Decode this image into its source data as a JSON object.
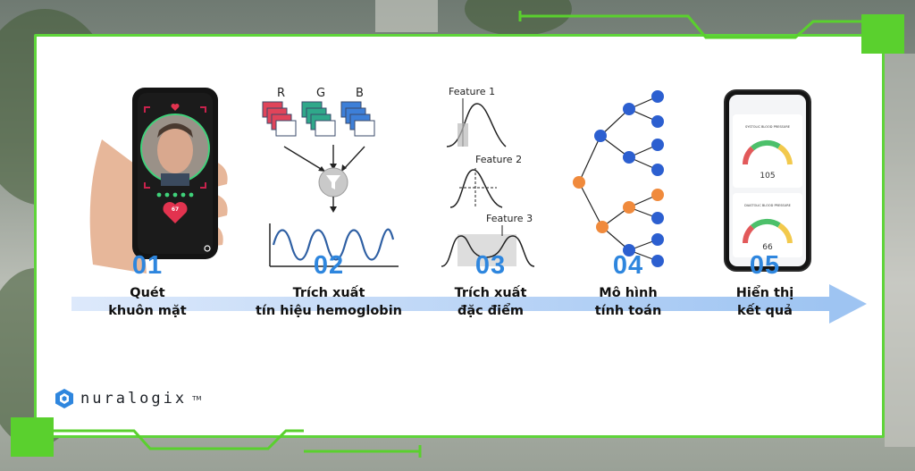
{
  "brand": {
    "name": "nuralogix",
    "trademark": "TM",
    "accent": "#5ad02e",
    "blue": "#2e86de"
  },
  "steps": [
    {
      "number": "01",
      "label": "Quét\nkhuôn mặt",
      "icon": "phone-face-scan-icon"
    },
    {
      "number": "02",
      "label": "Trích xuất\ntín hiệu hemoglobin",
      "icon": "rgb-filter-signal-icon"
    },
    {
      "number": "03",
      "label": "Trích xuất\nđặc điểm",
      "icon": "feature-curves-icon"
    },
    {
      "number": "04",
      "label": "Mô hình\ntính toán",
      "icon": "tree-model-icon"
    },
    {
      "number": "05",
      "label": "Hiển thị\nkết quả",
      "icon": "results-phone-icon"
    }
  ],
  "step2": {
    "channels": [
      "R",
      "G",
      "B"
    ],
    "channel_colors": [
      "#e0445a",
      "#2fa88a",
      "#3d7fd8"
    ]
  },
  "step3": {
    "features": [
      "Feature 1",
      "Feature 2",
      "Feature 3"
    ]
  },
  "step1_phone": {
    "heart_value": "67"
  },
  "step5_phone": {
    "gauge_top_title": "SYSTOLIC BLOOD PRESSURE",
    "gauge_top_value": "105",
    "gauge_bottom_title": "DIASTOLIC BLOOD PRESSURE",
    "gauge_bottom_value": "66"
  }
}
